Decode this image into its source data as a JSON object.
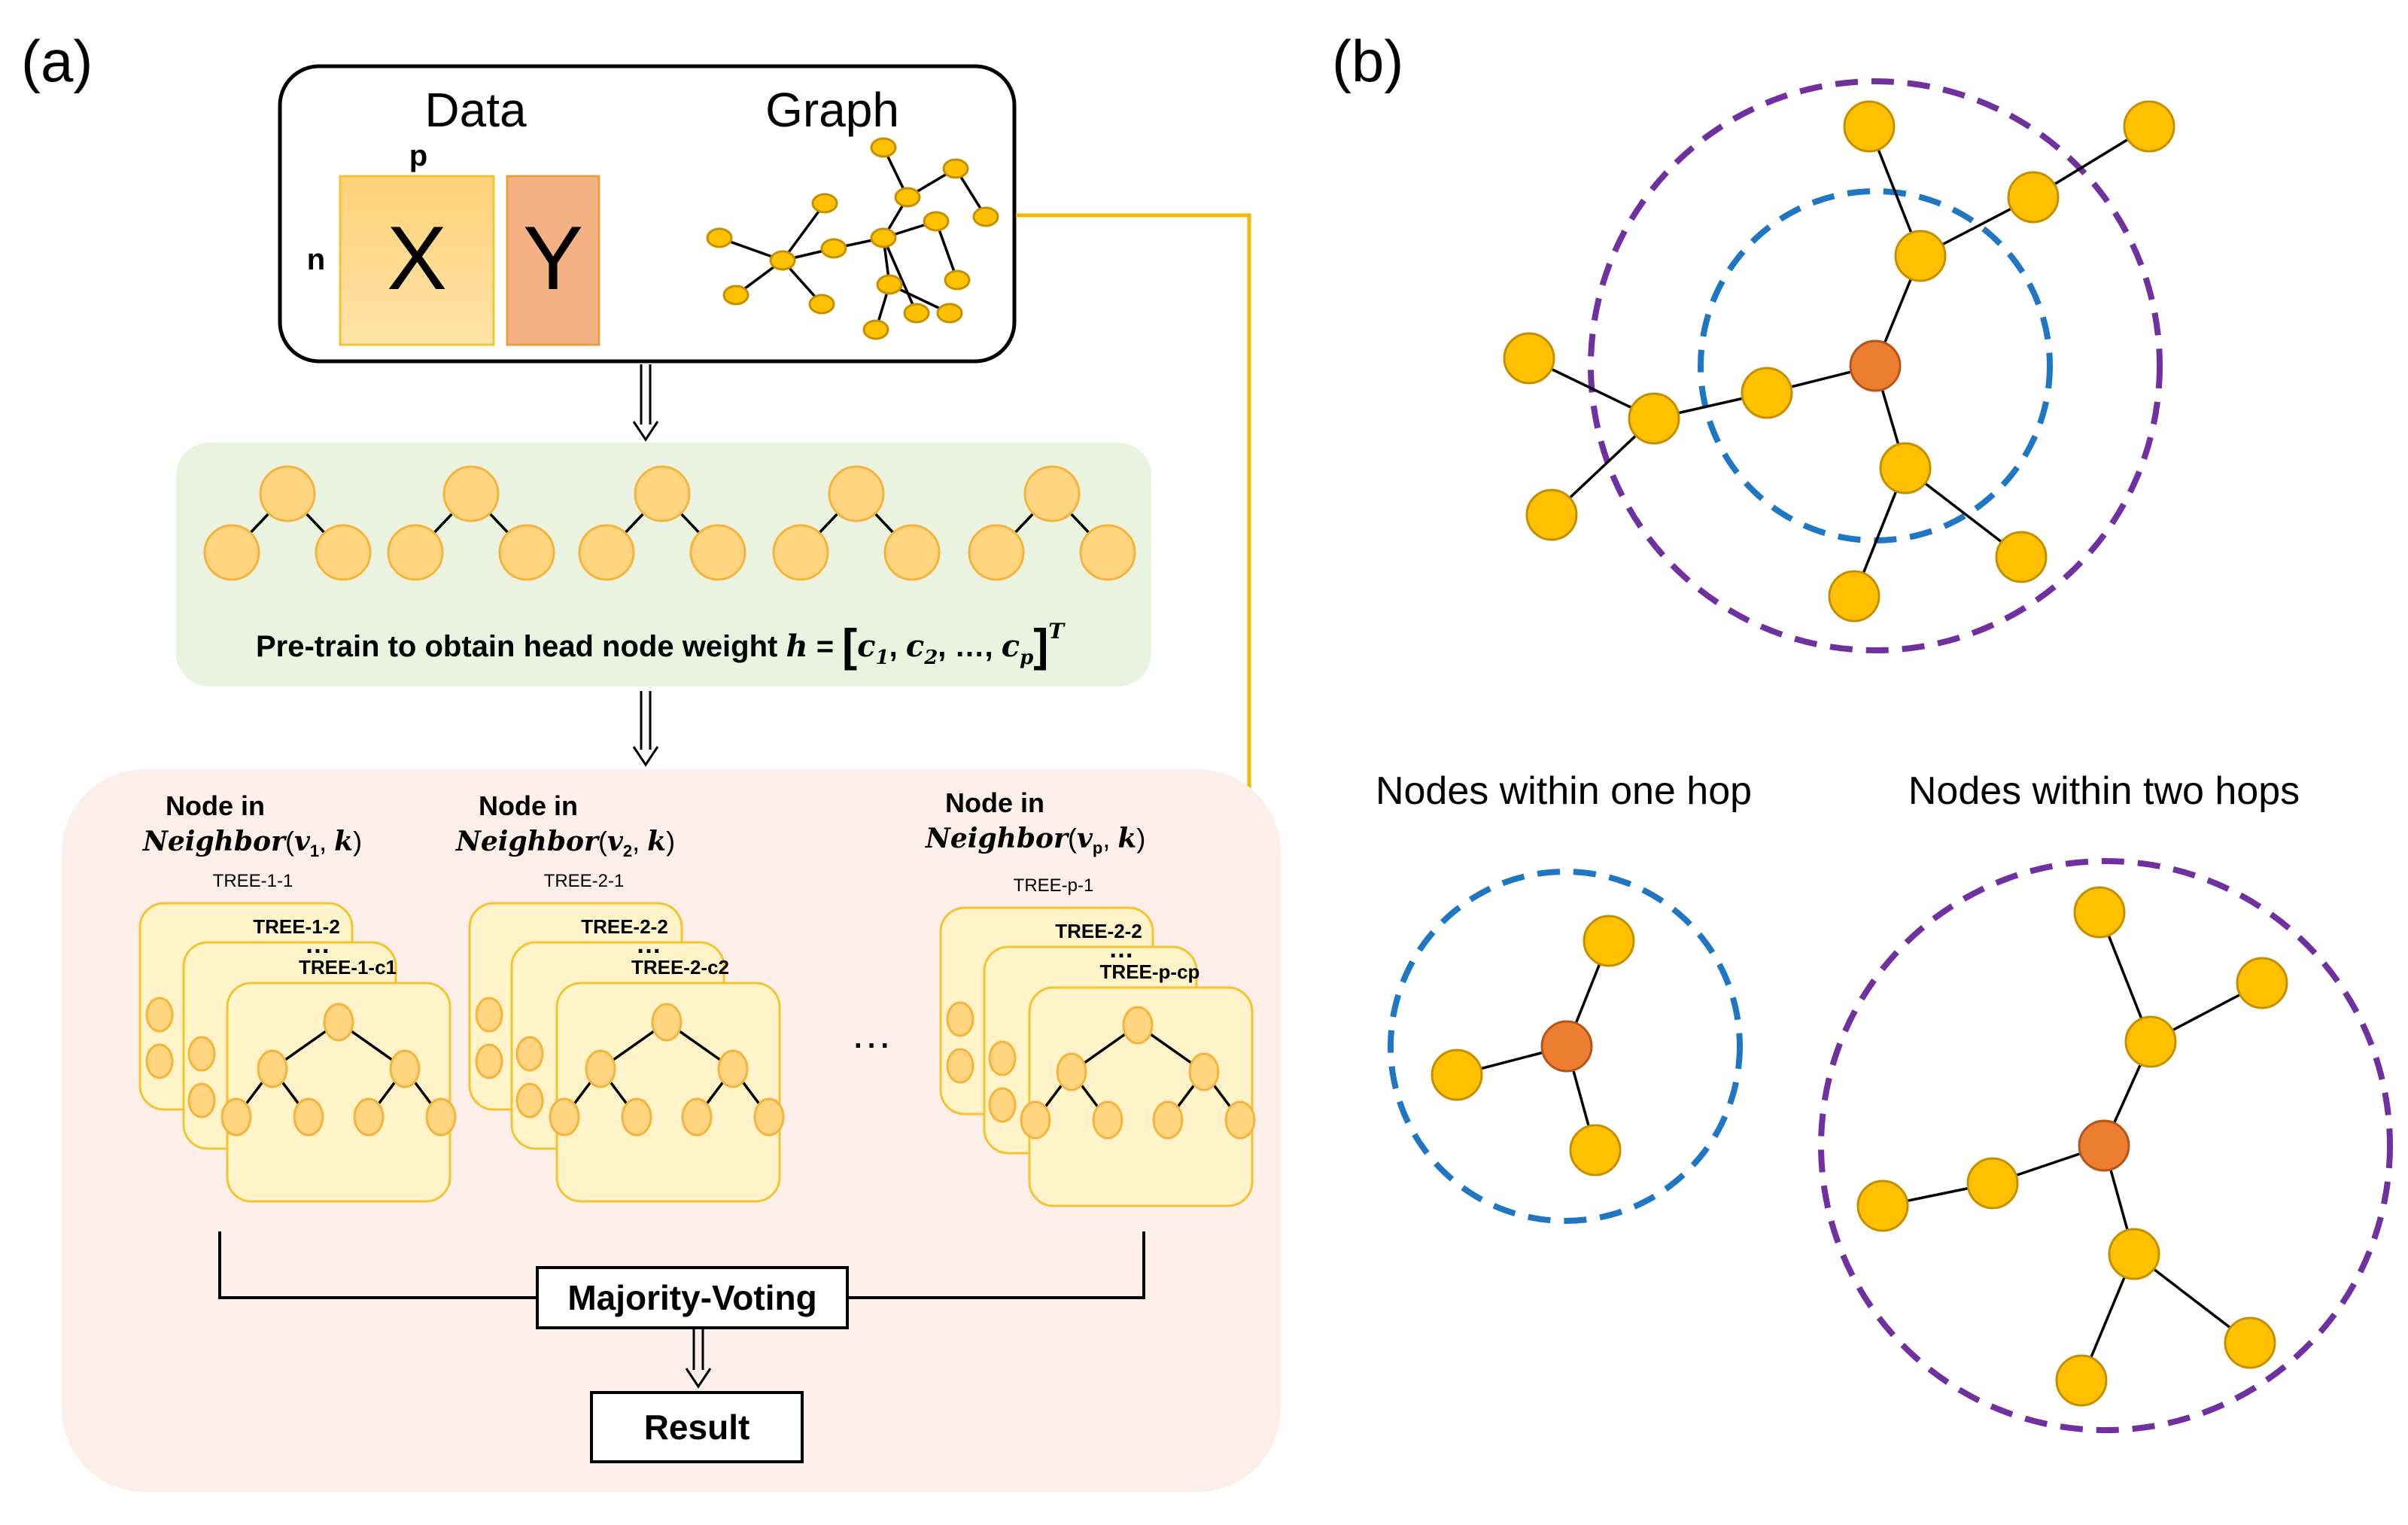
{
  "panels": {
    "a_label": "(a)",
    "b_label": "(b)"
  },
  "data_box": {
    "data_title": "Data",
    "graph_title": "Graph",
    "p_label": "p",
    "n_label": "n",
    "x_label": "X",
    "y_label": "Y"
  },
  "pretrain": {
    "text_prefix": "Pre-train to obtain head node weight ",
    "h_symbol": "h",
    "equals": " = ",
    "vector_open": "[",
    "c1": "c",
    "c1_sub": "1",
    "c2": "c",
    "c2_sub": "2",
    "ellipsis": "…",
    "cp": "c",
    "cp_sub": "p",
    "vector_close": "]",
    "transpose": "T"
  },
  "groups": [
    {
      "node_in": "Node in",
      "neighbor": "Neighbor",
      "v": "v",
      "v_sub": "1",
      "k": "k",
      "tree_labels": [
        "TREE-1-1",
        "TREE-1-2",
        "TREE-1-c1"
      ]
    },
    {
      "node_in": "Node in",
      "neighbor": "Neighbor",
      "v": "v",
      "v_sub": "2",
      "k": "k",
      "tree_labels": [
        "TREE-2-1",
        "TREE-2-2",
        "TREE-2-c2"
      ]
    },
    {
      "node_in": "Node in",
      "neighbor": "Neighbor",
      "v": "v",
      "v_sub": "p",
      "k": "k",
      "tree_labels": [
        "TREE-p-1",
        "TREE-2-2",
        "TREE-p-cp"
      ]
    }
  ],
  "stack_dots": "…",
  "middle_ellipsis": "…",
  "majority_voting": "Majority-Voting",
  "result": "Result",
  "panel_b": {
    "one_hop_caption": "Nodes within one hop",
    "two_hop_caption": "Nodes within two hops"
  },
  "colors": {
    "node_yellow": "#FFC000",
    "center_orange": "#ED7D31",
    "one_hop_blue": "#1F77C4",
    "two_hop_purple": "#7030A0",
    "arrow_orange": "#F5B800",
    "pretrain_bg": "#EAF3E0",
    "ensemble_bg": "#FCEFEA",
    "x_fill": "#FFD580",
    "y_fill": "#F4B183"
  }
}
